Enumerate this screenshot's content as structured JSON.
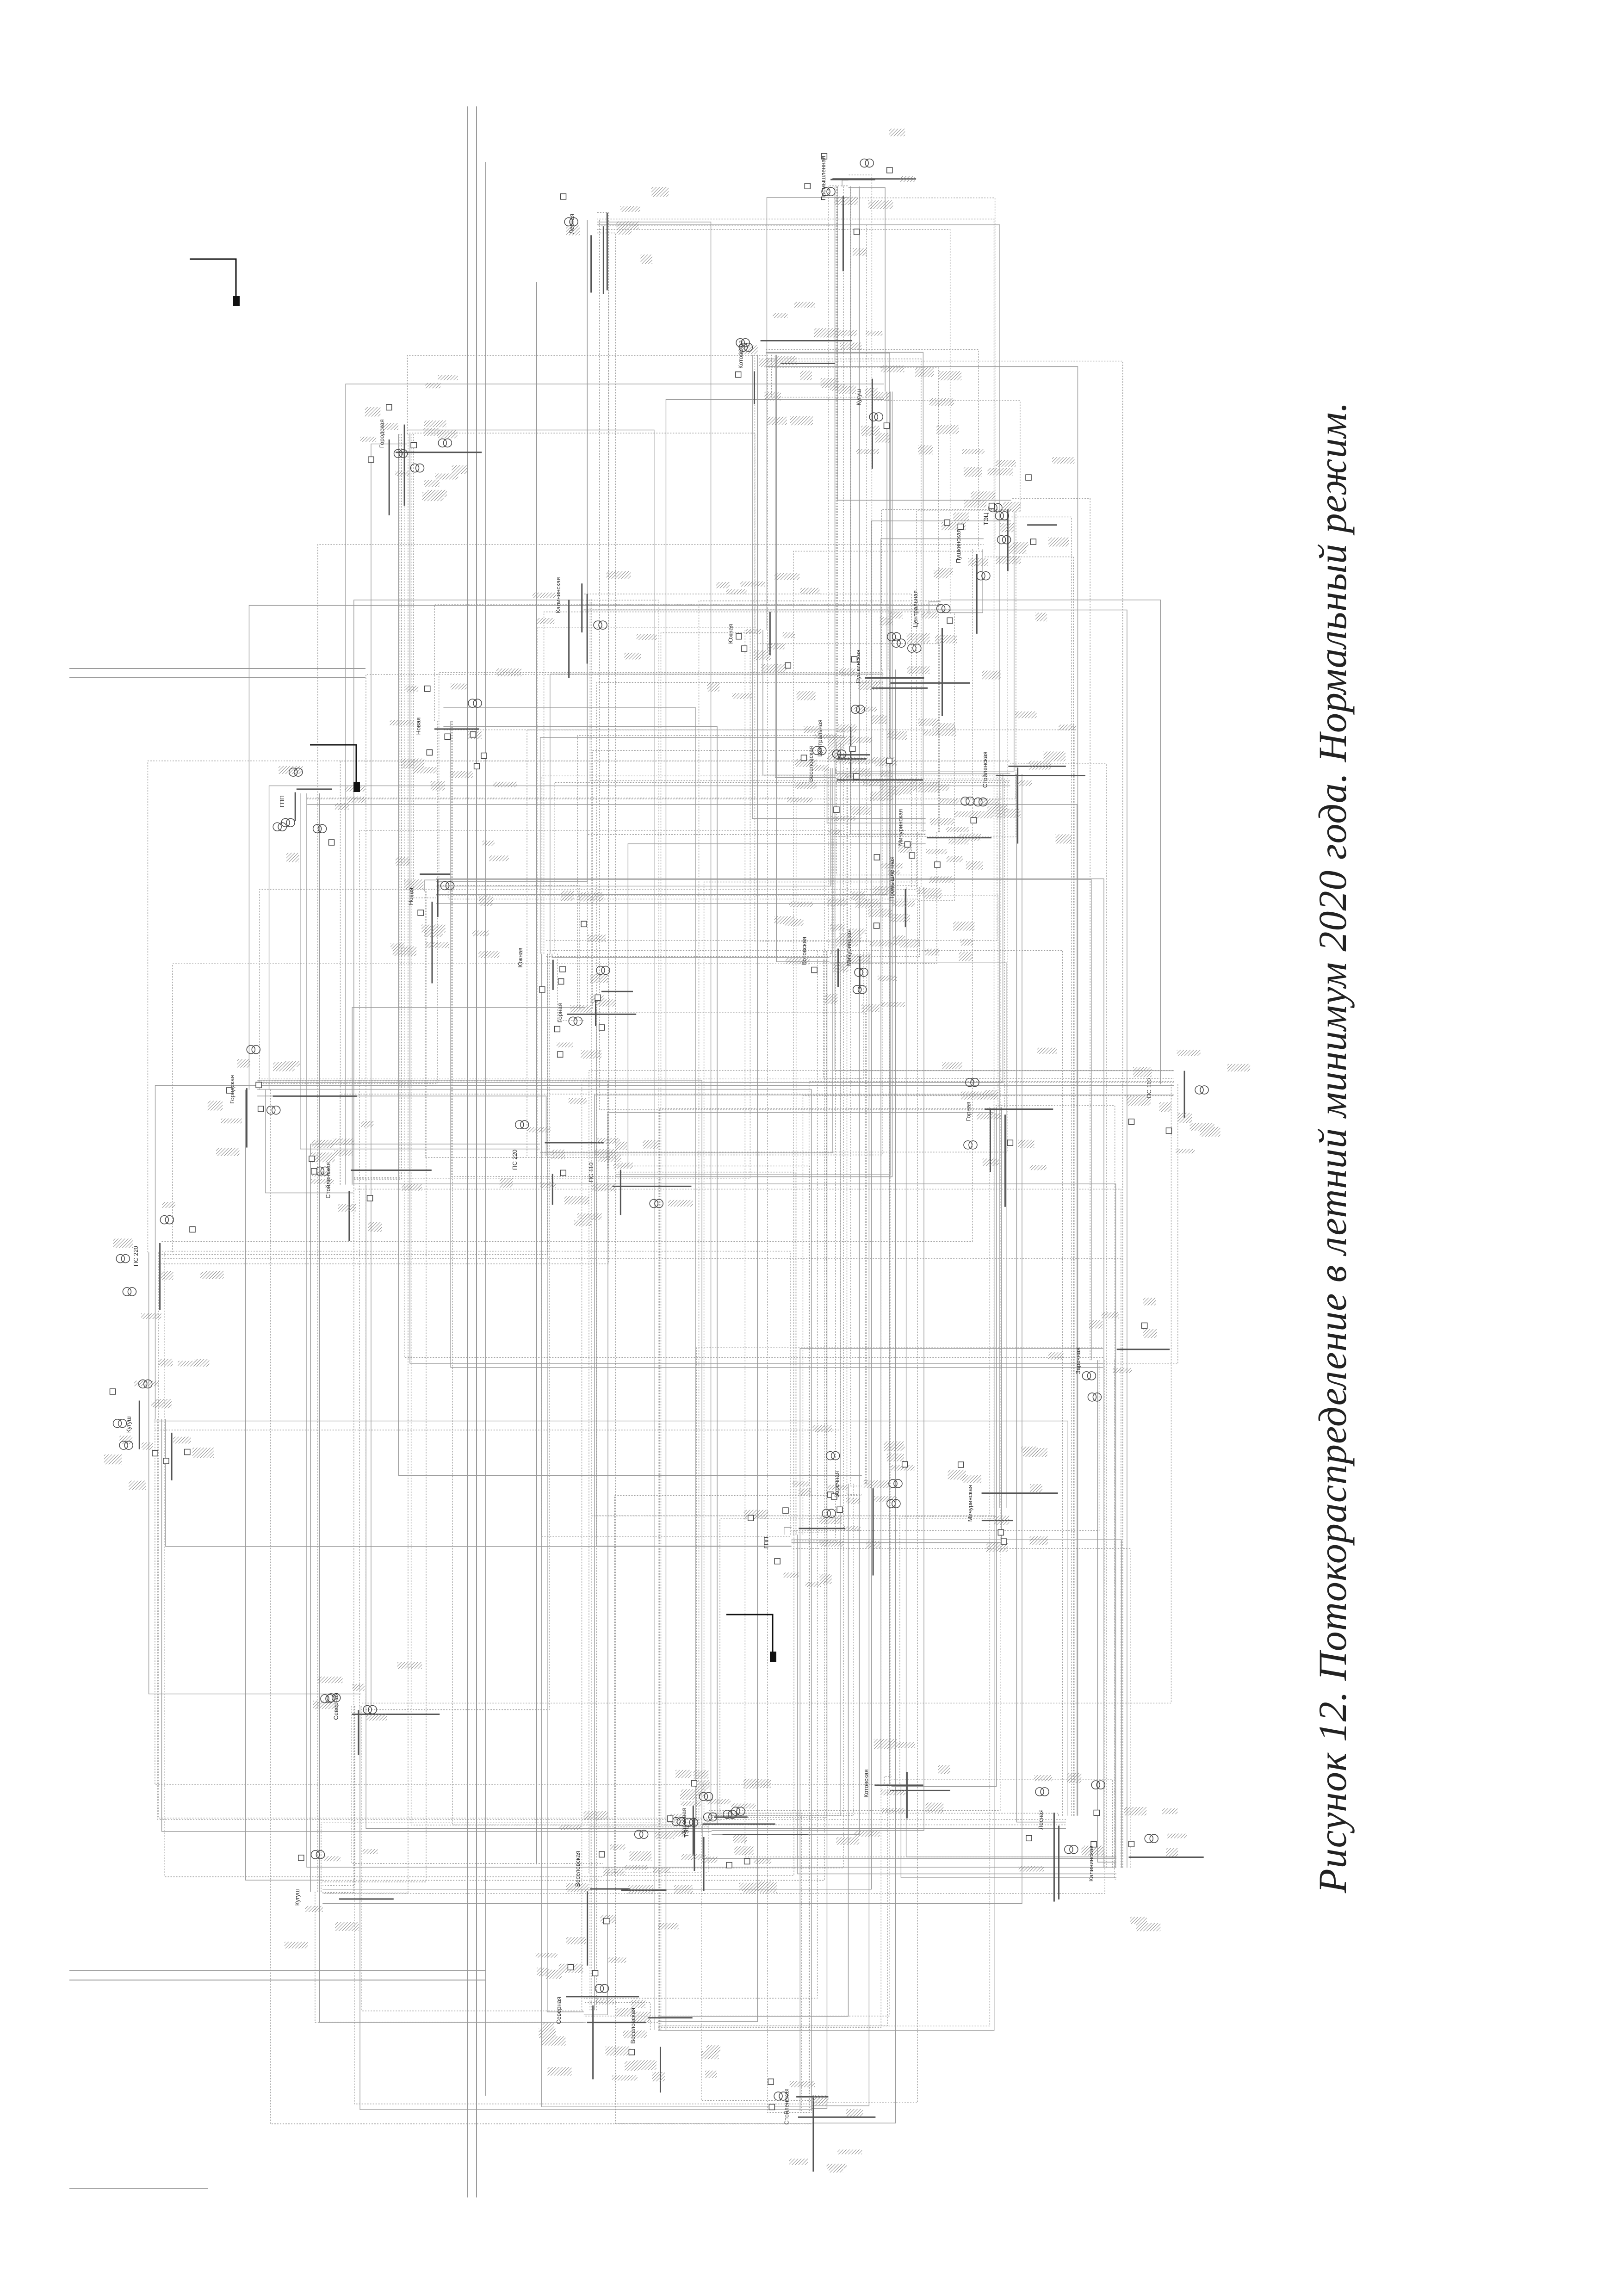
{
  "caption": "Рисунок 12. Потокораспределение в летний минимум 2020 года. Нормальный режим.",
  "colors": {
    "line": "#9a9a9a",
    "dark_line": "#111111",
    "text": "#333333",
    "caption": "#222222",
    "hatch": "#8a8a8a",
    "background": "#ffffff"
  },
  "scheme": {
    "description_icon": "power-grid-single-line-diagram",
    "node_labels": [
      "Веселовская",
      "Стойленская",
      "Заречная",
      "Кугуш",
      "Котовская",
      "Мичуринская",
      "Пушкинская",
      "Южная",
      "Северная",
      "Лесная",
      "Городская",
      "Промышленная",
      "Новая",
      "Калининская",
      "Горная",
      "ТЭЦ",
      "ГПП",
      "ПС 220",
      "ПС 110",
      "Центральная"
    ]
  }
}
